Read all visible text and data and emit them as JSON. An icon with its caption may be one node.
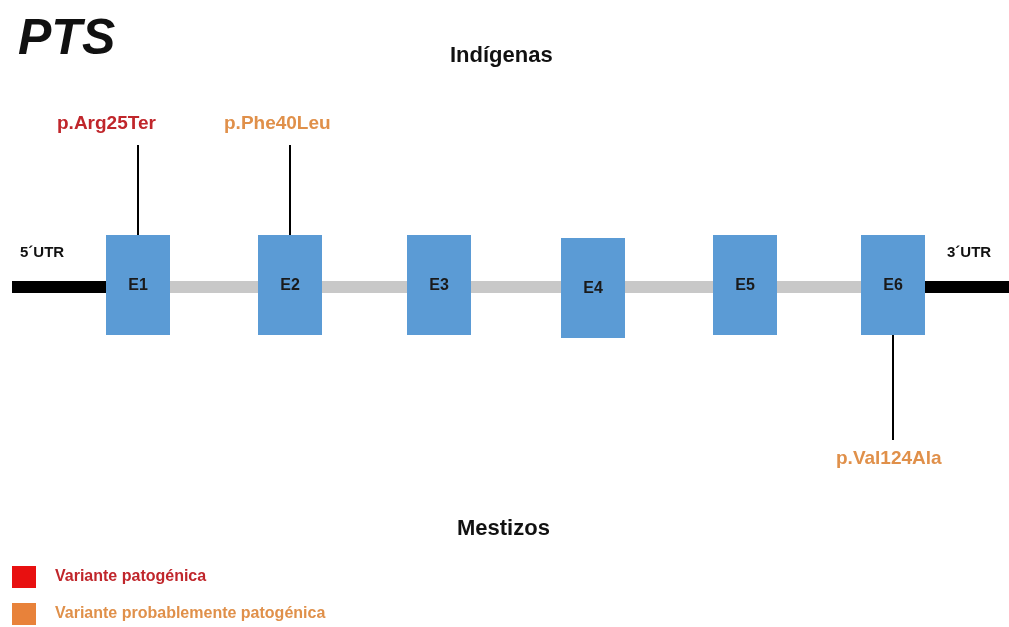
{
  "diagram": {
    "title": "PTS",
    "nodes": [
      {
        "text": [
          "E1"
        ]
      },
      {
        "text": [
          "E2"
        ]
      },
      {
        "text": [
          "E3"
        ]
      },
      {
        "text": [
          "E4"
        ]
      },
      {
        "text": [
          "E5"
        ]
      },
      {
        "text": [
          "E6"
        ]
      },
      {
        "text": [
          "p.Arg25Ter"
        ]
      },
      {
        "text": [
          "p.Phe40Leu"
        ]
      },
      {
        "text": [
          "p.Val124Ala"
        ]
      }
    ],
    "edges": [
      {
        "from": null,
        "to": 0,
        "arrow": "none"
      },
      {
        "from": 0,
        "to": 1,
        "arrow": "none",
        "color": "#c8c8c8"
      },
      {
        "from": 1,
        "to": 2,
        "arrow": "none",
        "color": "#c8c8c8"
      },
      {
        "from": 2,
        "to": 3,
        "arrow": "none",
        "color": "#c8c8c8"
      },
      {
        "from": 3,
        "to": 4,
        "arrow": "none",
        "color": "#c8c8c8"
      },
      {
        "from": 4,
        "to": 5,
        "arrow": "none",
        "color": "#c8c8c8"
      },
      {
        "from": 5,
        "to": null,
        "arrow": "none"
      },
      {
        "from": 6,
        "to": 0,
        "arrow": "none"
      },
      {
        "from": 7,
        "to": 1,
        "arrow": "none"
      },
      {
        "from": 8,
        "to": 5,
        "arrow": "none"
      }
    ],
    "labels": [
      "Indígenas",
      "5´UTR",
      "3´UTR",
      "Mestizos"
    ],
    "legend": [
      {
        "text": "Variante patogénica",
        "color": "#e81010"
      },
      {
        "text": "Variante probablemente patogénica",
        "color": "#e8823a"
      }
    ]
  }
}
